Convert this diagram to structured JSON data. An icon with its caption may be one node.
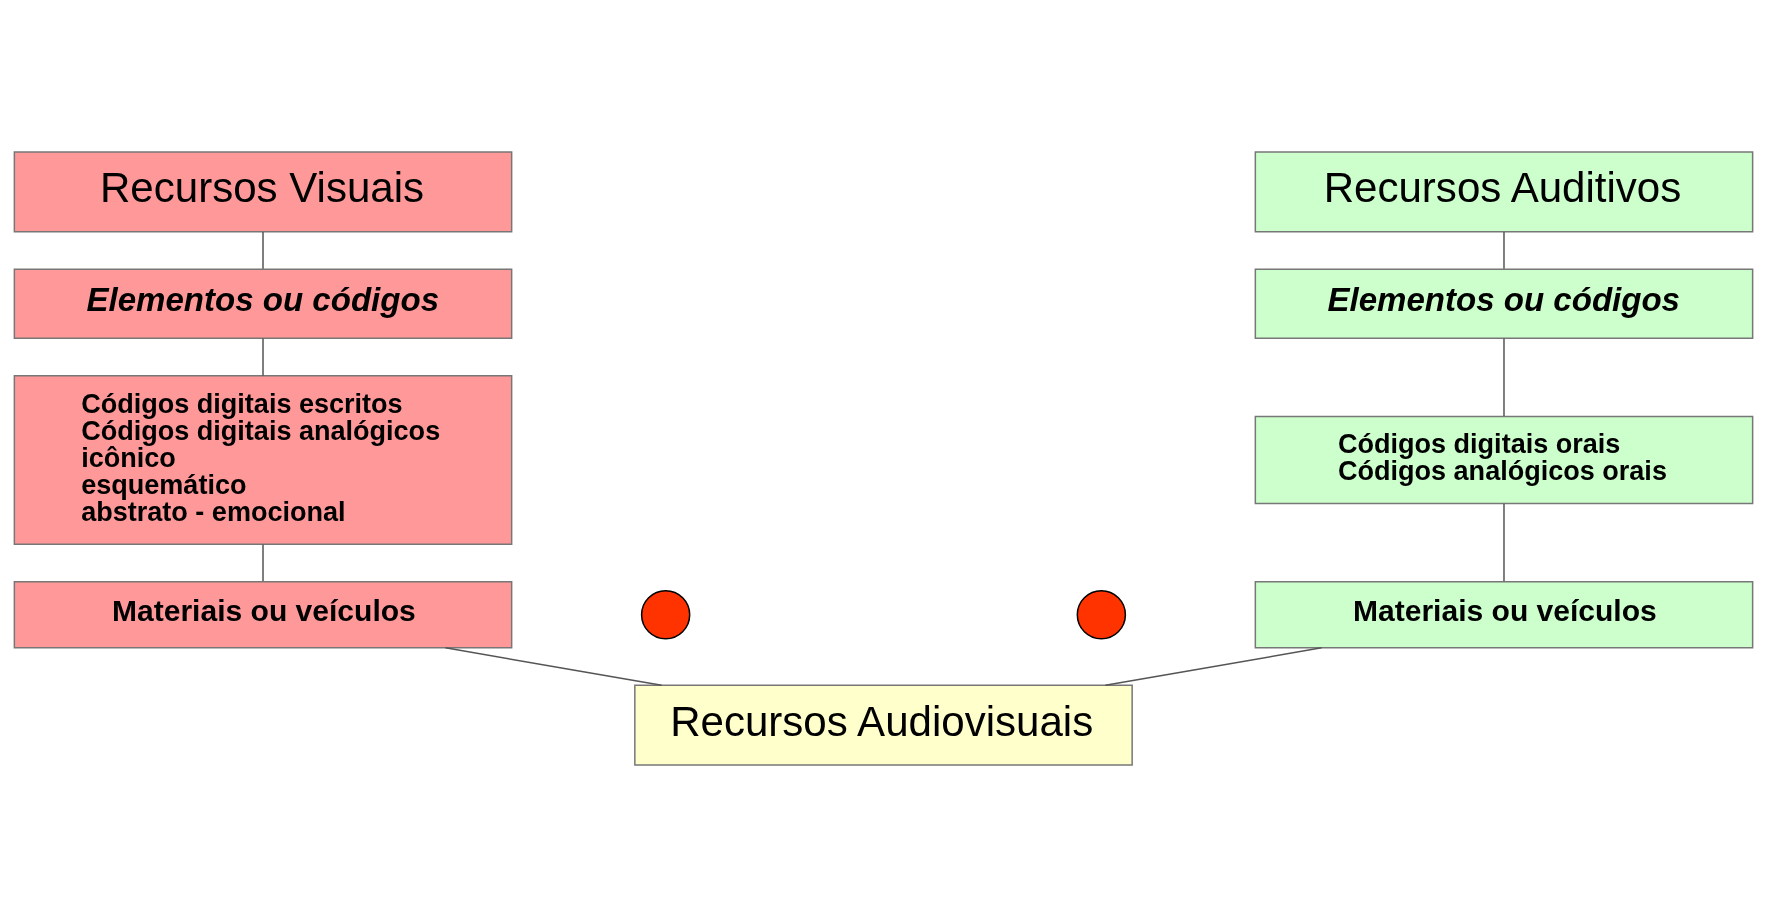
{
  "diagram": {
    "nodes": [
      {
        "text": [
          "Recursos Visuais"
        ]
      },
      {
        "text": [
          "Elementos ou códigos"
        ]
      },
      {
        "text": [
          "Códigos digitais escritos",
          "Códigos digitais analógicos",
          "icônico",
          "esquemático",
          "abstrato - emocional"
        ]
      },
      {
        "text": [
          "Materiais ou veículos"
        ]
      },
      {
        "text": [
          "Recursos Auditivos"
        ]
      },
      {
        "text": [
          "Elementos ou códigos"
        ]
      },
      {
        "text": [
          "Códigos digitais orais",
          "Códigos analógicos orais"
        ]
      },
      {
        "text": [
          "Materiais ou veículos"
        ]
      },
      {
        "text": [
          "Recursos Audiovisuais"
        ]
      },
      {
        "text": [],
        "shape": "circle"
      },
      {
        "text": [],
        "shape": "circle"
      }
    ],
    "edges": [
      {
        "from": 0,
        "to": 1,
        "arrow": "none"
      },
      {
        "from": 1,
        "to": 2,
        "arrow": "none"
      },
      {
        "from": 2,
        "to": 3,
        "arrow": "none"
      },
      {
        "from": 3,
        "to": 8,
        "arrow": "none"
      },
      {
        "from": 4,
        "to": 5,
        "arrow": "none"
      },
      {
        "from": 5,
        "to": 6,
        "arrow": "none"
      },
      {
        "from": 6,
        "to": 7,
        "arrow": "none"
      },
      {
        "from": 7,
        "to": 8,
        "arrow": "none"
      }
    ]
  }
}
